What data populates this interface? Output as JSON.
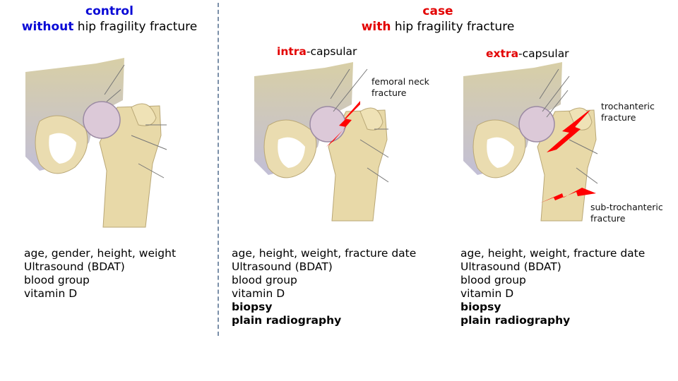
{
  "control": {
    "title": "control",
    "subtitle_bold": "without",
    "subtitle_rest": " hip fragility fracture",
    "info": [
      "age, gender, height, weight",
      "Ultrasound (BDAT)",
      "blood group",
      "vitamin D"
    ]
  },
  "case": {
    "title": "case",
    "subtitle_bold": "with",
    "subtitle_rest": " hip fragility fracture",
    "intra": {
      "label_bold": "intra",
      "label_rest": "-capsular",
      "annotation": [
        "femoral neck",
        "fracture"
      ],
      "info": [
        "age, height, weight, fracture date",
        "Ultrasound (BDAT)",
        "blood group",
        "vitamin D"
      ],
      "info_bold": [
        "biopsy",
        "plain radiography"
      ]
    },
    "extra": {
      "label_bold": "extra",
      "label_rest": "-capsular",
      "annotation_trochanteric": [
        "trochanteric",
        "fracture"
      ],
      "annotation_sub": [
        "sub-trochanteric",
        "fracture"
      ],
      "info": [
        "age, height, weight, fracture date",
        "Ultrasound (BDAT)",
        "blood group",
        "vitamin D"
      ],
      "info_bold": [
        "biopsy",
        "plain radiography"
      ]
    }
  },
  "colors": {
    "blue": "#0a0ad6",
    "red": "#e30000",
    "bone": "#eadcb0",
    "pelvis_shadow": "#c9c6dc",
    "divider": "#7a8fa8"
  }
}
